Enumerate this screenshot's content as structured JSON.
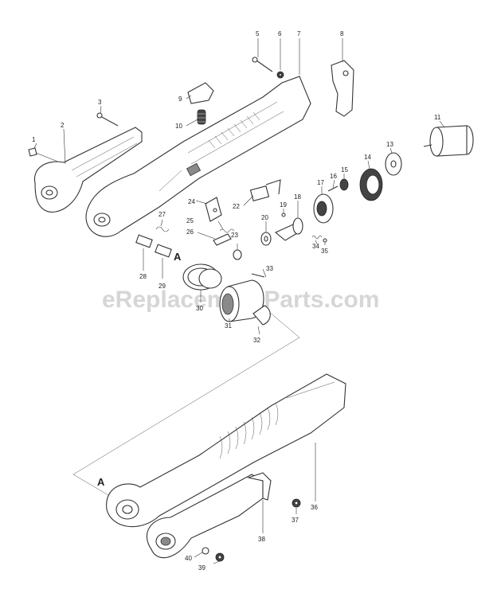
{
  "watermark": "eReplacementParts.com",
  "section_marker": "A",
  "callouts": {
    "p1": "1",
    "p2": "2",
    "p3": "3",
    "p5": "5",
    "p6": "6",
    "p7": "7",
    "p8": "8",
    "p9": "9",
    "p10": "10",
    "p11": "11",
    "p13": "13",
    "p14": "14",
    "p15": "15",
    "p16": "16",
    "p17": "17",
    "p18": "18",
    "p19": "19",
    "p20": "20",
    "p22": "22",
    "p23": "23",
    "p24": "24",
    "p25": "25",
    "p26": "26",
    "p27": "27",
    "p28": "28",
    "p29": "29",
    "p30": "30",
    "p31": "31",
    "p32": "32",
    "p33": "33",
    "p34": "34",
    "p35": "35",
    "p36": "36",
    "p37": "37",
    "p38": "38",
    "p39": "39",
    "p40": "40"
  }
}
